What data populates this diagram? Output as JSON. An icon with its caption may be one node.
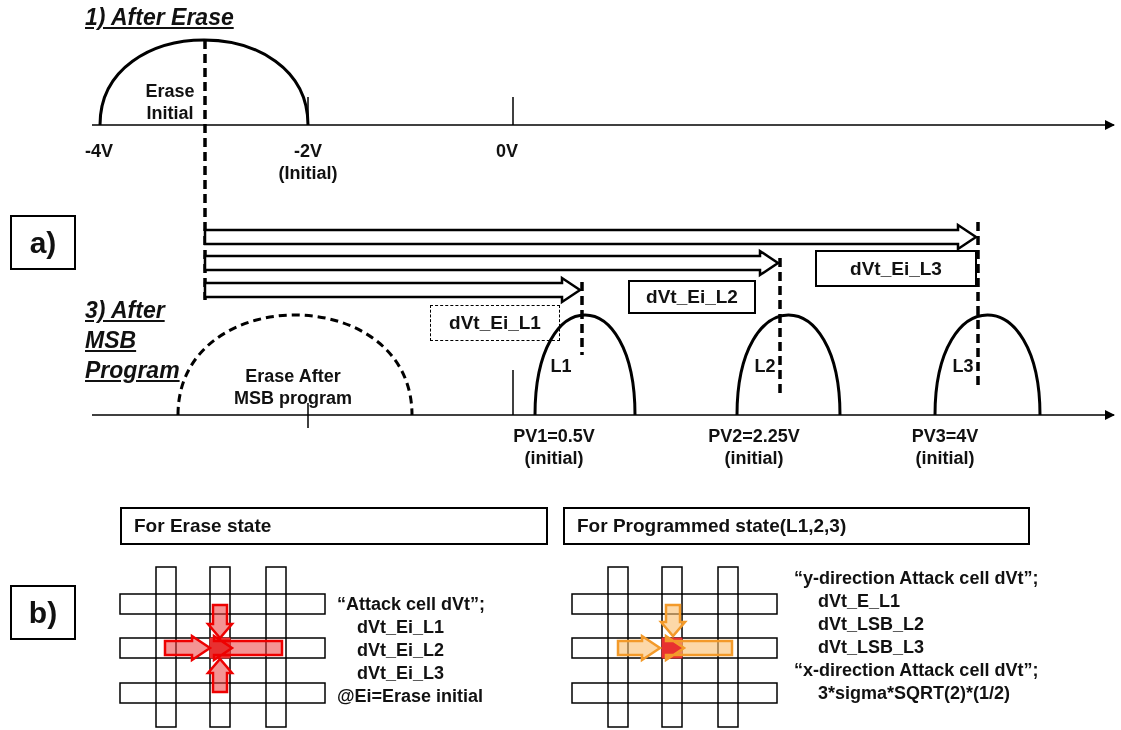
{
  "diagram": {
    "nodes": [
      {
        "text": [
          "a)"
        ]
      },
      {
        "text": [
          "Erase Initial"
        ]
      },
      {
        "text": [
          "dVt_Ei_L3"
        ]
      },
      {
        "text": [
          "dVt_Ei_L2"
        ]
      },
      {
        "text": [
          "dVt_Ei_L1"
        ]
      },
      {
        "text": [
          "Erase After MSB program"
        ]
      },
      {
        "text": [
          "L1"
        ]
      },
      {
        "text": [
          "L2"
        ]
      },
      {
        "text": [
          "L3"
        ]
      },
      {
        "text": [
          "b)"
        ]
      },
      {
        "text": [
          "For Erase state"
        ]
      },
      {
        "text": [
          "For Programmed state(L1,2,3)"
        ]
      }
    ],
    "edges": [],
    "labels": [
      "1) After Erase",
      "-4V",
      "-2V (Initial)",
      "0V",
      "3) After MSB Program",
      "PV1=0.5V (initial)",
      "PV2=2.25V (initial)",
      "PV3=4V (initial)",
      "“Attack cell dVt”;",
      "dVt_Ei_L1",
      "dVt_Ei_L2",
      "dVt_Ei_L3",
      "@Ei=Erase initial",
      "“y-direction Attack cell dVt”;",
      "dVt_E_L1",
      "dVt_LSB_L2",
      "dVt_LSB_L3",
      "“x-direction Attack cell dVt”;",
      "3*sigma*SQRT(2)*(1/2)"
    ]
  }
}
